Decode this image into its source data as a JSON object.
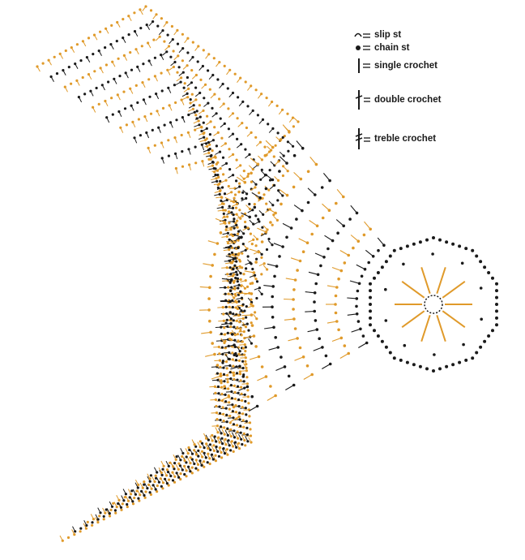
{
  "colors": {
    "orange": "#e09a2a",
    "black": "#1a1a1a",
    "background": "#ffffff"
  },
  "legend": {
    "items": [
      {
        "symbol": "slip-stitch-icon",
        "label": "slip st"
      },
      {
        "symbol": "chain-stitch-icon",
        "label": "chain st"
      },
      {
        "symbol": "single-crochet-icon",
        "label": "single crochet"
      },
      {
        "symbol": "double-crochet-icon",
        "label": "double crochet"
      },
      {
        "symbol": "treble-crochet-icon",
        "label": "treble crochet"
      }
    ]
  }
}
